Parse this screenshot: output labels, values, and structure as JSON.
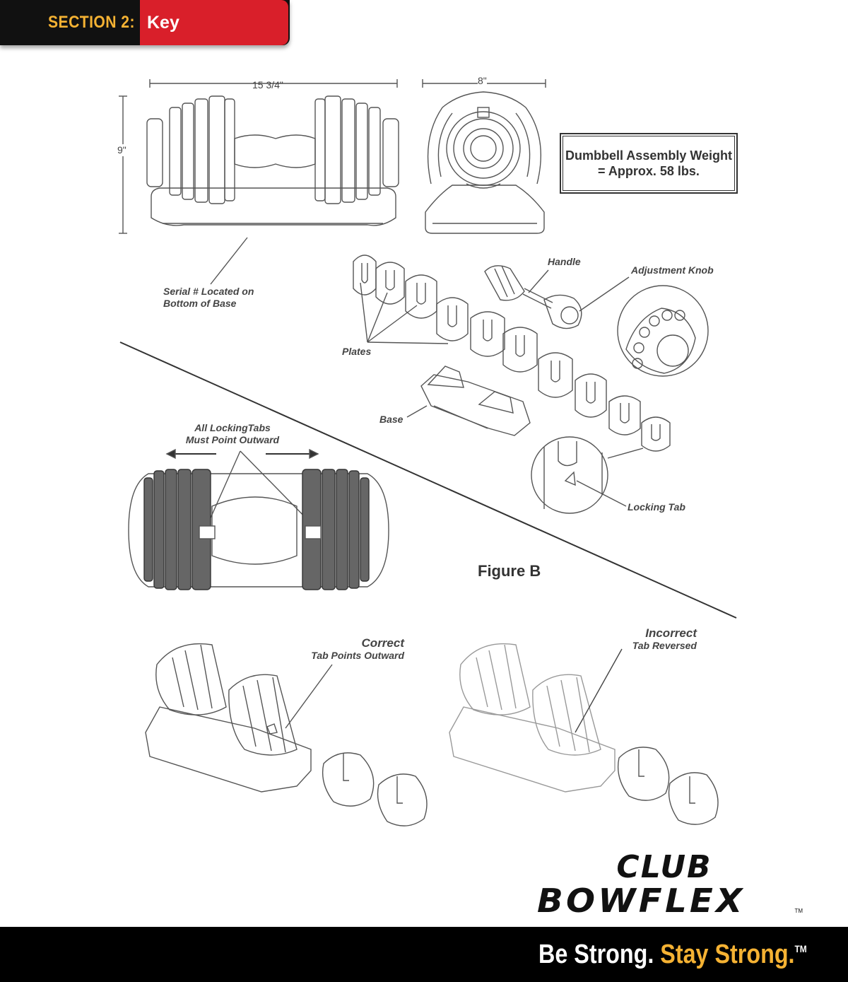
{
  "header": {
    "section": "SECTION 2:",
    "title": "Key Components"
  },
  "dimensions": {
    "width_side": "15 3/4\"",
    "height": "9\"",
    "width_end": "8\""
  },
  "weight_box": {
    "line1": "Dumbbell Assembly Weight",
    "line2": "= Approx. 58 lbs."
  },
  "callouts": {
    "serial": "Serial # Located on",
    "serial2": "Bottom of Base",
    "handle": "Handle",
    "adjustment_knob": "Adjustment Knob",
    "plates": "Plates",
    "base": "Base",
    "locking_tab": "Locking Tab",
    "all_tabs": "All LockingTabs",
    "all_tabs2": "Must Point Outward",
    "correct": "Correct",
    "correct_sub": "Tab Points Outward",
    "incorrect": "Incorrect",
    "incorrect_sub": "Tab Reversed"
  },
  "figure_label": "Figure B",
  "brand": {
    "line1": "CLUB",
    "line2": "BOWFLEX",
    "tm": "TM"
  },
  "footer": {
    "part1": "Be Strong.",
    "part2": "Stay Strong.",
    "tm": "TM"
  }
}
